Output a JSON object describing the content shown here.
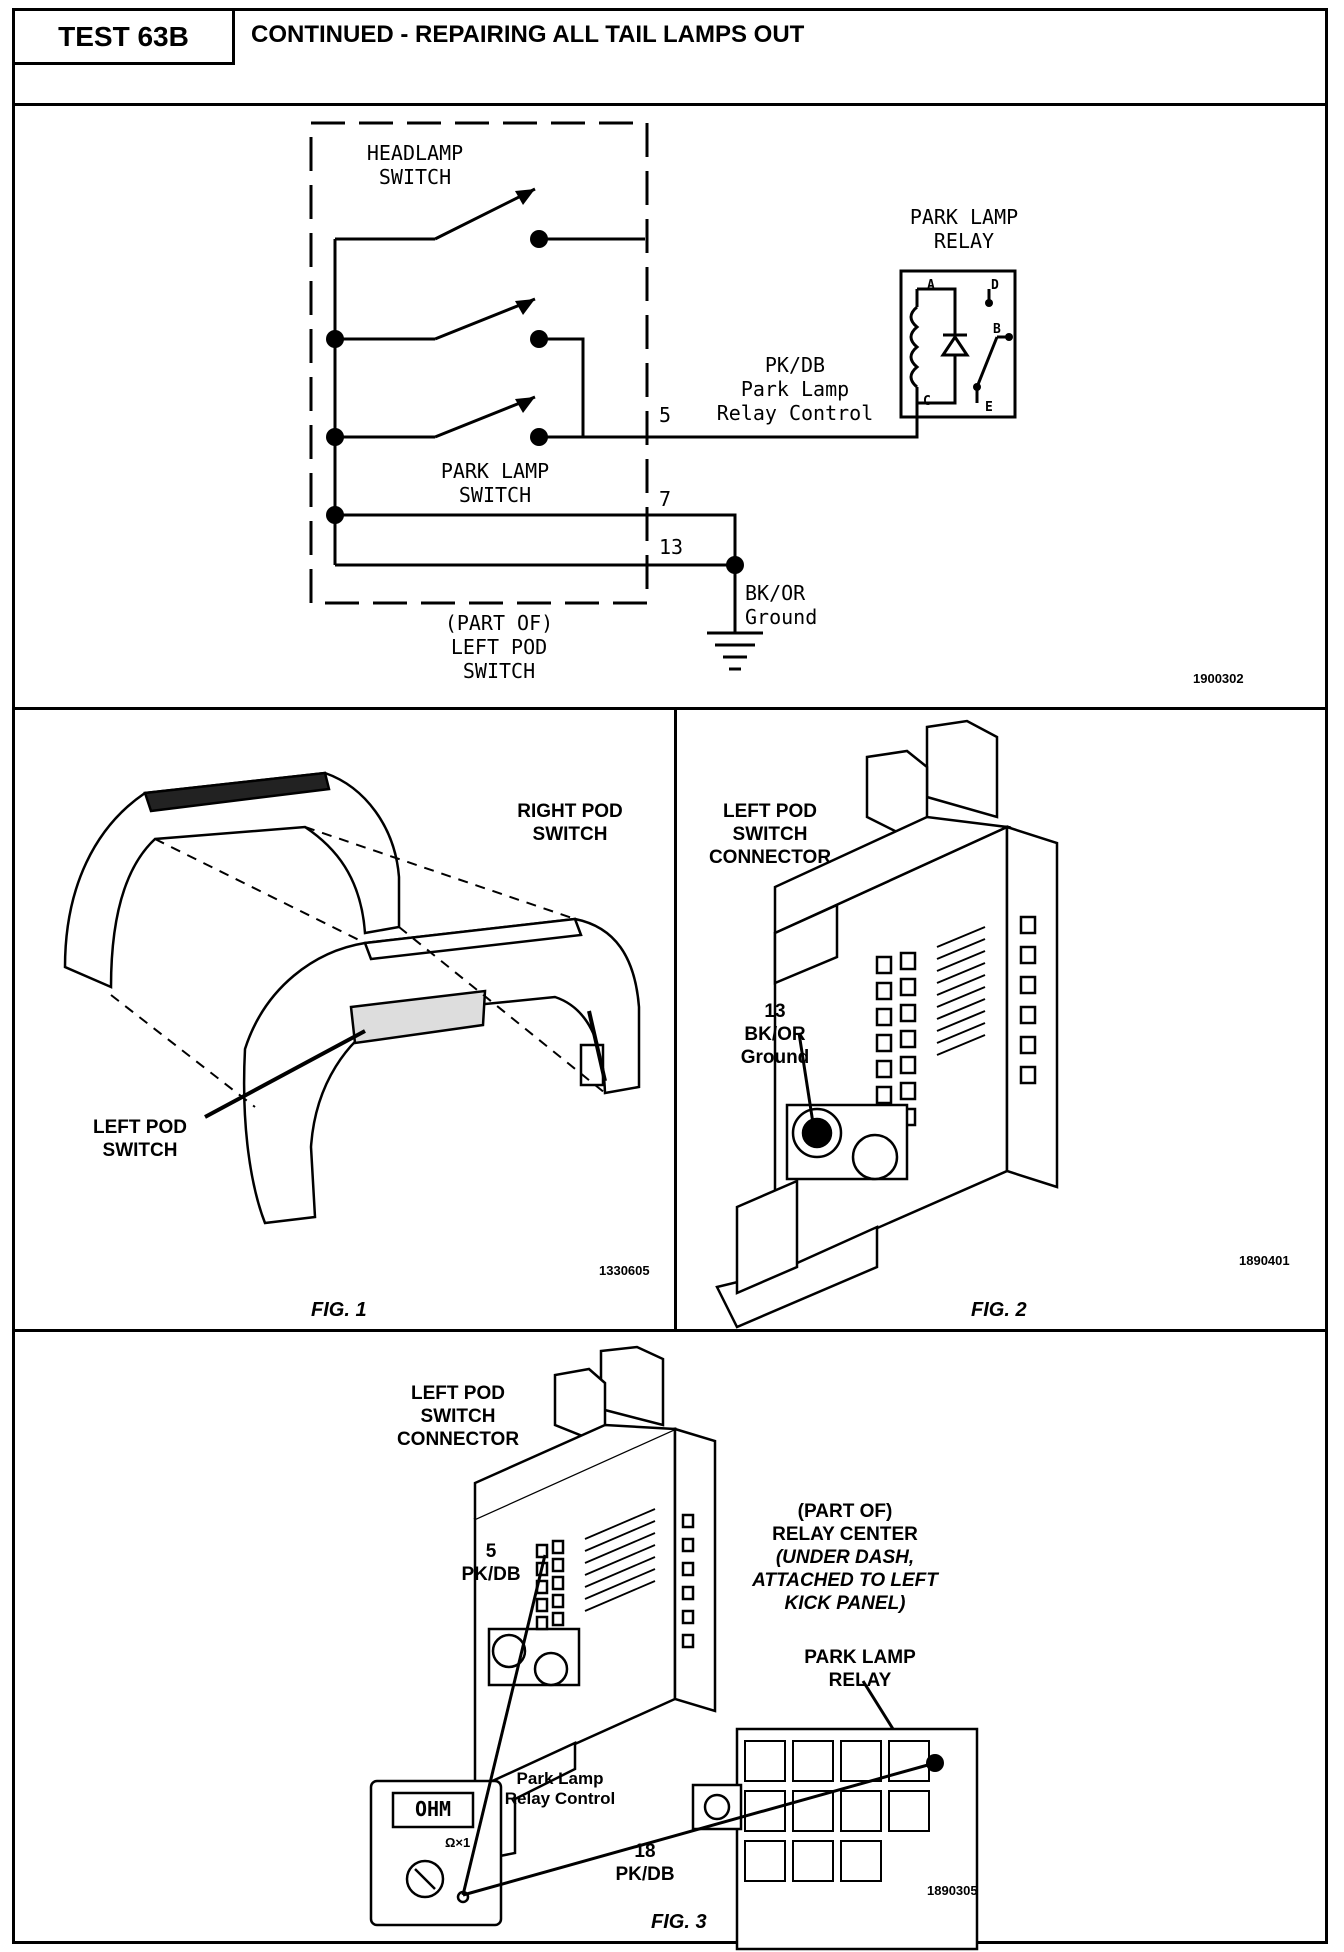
{
  "header": {
    "test_label": "TEST 63B",
    "title": "CONTINUED - REPAIRING ALL TAIL LAMPS OUT"
  },
  "schematic": {
    "headlamp_switch_label": "HEADLAMP\nSWITCH",
    "park_lamp_switch_label": "PARK LAMP\nSWITCH",
    "left_pod_label": "(PART OF)\nLEFT POD\nSWITCH",
    "relay_label": "PARK LAMP\nRELAY",
    "relay_pins": [
      "A",
      "D",
      "B",
      "C",
      "E"
    ],
    "wire_pkdb_label": "PK/DB\nPark Lamp\nRelay Control",
    "pin_5": "5",
    "pin_7": "7",
    "pin_13": "13",
    "ground_label": "BK/OR\nGround",
    "figure_number": "1900302"
  },
  "fig1": {
    "right_pod_label": "RIGHT POD\nSWITCH",
    "left_pod_label": "LEFT POD\nSWITCH",
    "figure_number": "1330605",
    "caption": "FIG. 1"
  },
  "fig2": {
    "connector_label": "LEFT POD\nSWITCH\nCONNECTOR",
    "pin_label": "13\nBK/OR\nGround",
    "figure_number": "1890401",
    "caption": "FIG. 2"
  },
  "fig3": {
    "connector_label": "LEFT POD\nSWITCH\nCONNECTOR",
    "pin5_label": "5\nPK/DB",
    "relay_center_label": "(PART OF)\nRELAY CENTER",
    "relay_center_note": "(UNDER DASH,\nATTACHED TO LEFT\nKICK PANEL)",
    "relay_label": "PARK LAMP\nRELAY",
    "meter_display": "OHM",
    "meter_range": "Ω×1",
    "wire_label": "Park Lamp\nRelay Control",
    "pin18_label": "18\nPK/DB",
    "figure_number": "1890305",
    "caption": "FIG. 3"
  }
}
